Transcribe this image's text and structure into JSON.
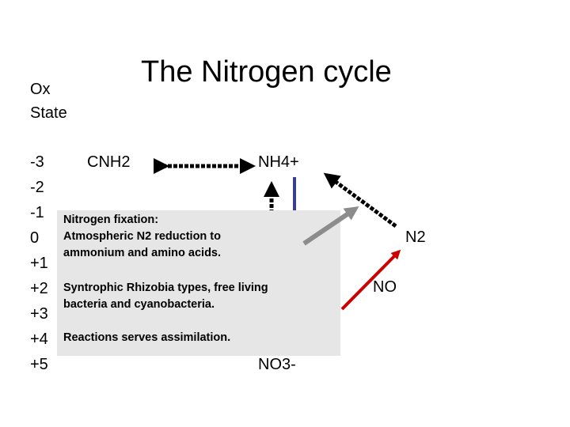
{
  "slide": {
    "title": "The Nitrogen cycle",
    "ox_label": [
      "Ox",
      "State"
    ],
    "ox_states": [
      "-3",
      "-2",
      "-1",
      "0",
      "+1",
      "+2",
      "+3",
      "+4",
      "+5"
    ]
  },
  "nodes": {
    "cnh2": "CNH2",
    "nh4": "NH4+",
    "n2": "N2",
    "no": "NO",
    "no3": "NO3-"
  },
  "callout": {
    "heading": "Nitrogen fixation:",
    "line2": "Atmospheric N2 reduction to",
    "line3": "ammonium and amino acids.",
    "line4": "Syntrophic Rhizobia types, free living",
    "line5": "bacteria and cyanobacteria.",
    "line6": "Reactions serves assimilation."
  },
  "colors": {
    "callout_bg": "#e6e6e6",
    "nitrogen_fixation_arrow": "#8c8c8c",
    "nitrification_arrow": "#cc0000",
    "blue_line": "#3b3f8f"
  }
}
